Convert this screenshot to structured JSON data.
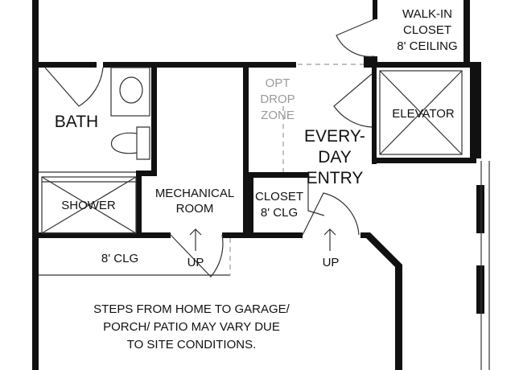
{
  "rooms": {
    "walk_in_closet": [
      "WALK-IN",
      "CLOSET",
      "8' CEILING"
    ],
    "bath": "BATH",
    "opt_drop_zone": [
      "OPT",
      "DROP",
      "ZONE"
    ],
    "elevator": "ELEVATOR",
    "everyday_entry": [
      "EVERY-",
      "DAY",
      "ENTRY"
    ],
    "mechanical_room": [
      "MECHANICAL",
      "ROOM"
    ],
    "closet": [
      "CLOSET",
      "8' CLG"
    ],
    "shower": "SHOWER",
    "landing_ceiling": "8' CLG"
  },
  "stairs": {
    "up_left": "UP",
    "up_right": "UP"
  },
  "note": [
    "STEPS FROM HOME TO GARAGE/",
    "PORCH/ PATIO MAY VARY DUE",
    "TO SITE CONDITIONS."
  ],
  "colors": {
    "wall": "#111111",
    "thin_line": "#333333",
    "dashed_line": "#9a9a9a",
    "text": "#111111",
    "optional_text": "#9a9a9a"
  }
}
